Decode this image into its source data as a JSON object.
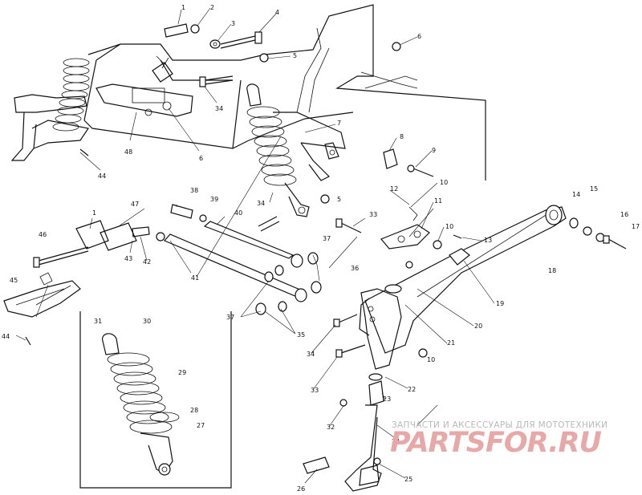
{
  "diagram": {
    "callouts": [
      {
        "label": "1"
      },
      {
        "label": "2"
      },
      {
        "label": "3"
      },
      {
        "label": "4"
      },
      {
        "label": "5"
      },
      {
        "label": "6"
      },
      {
        "label": "7"
      },
      {
        "label": "8"
      },
      {
        "label": "9"
      },
      {
        "label": "10"
      },
      {
        "label": "11"
      },
      {
        "label": "12"
      },
      {
        "label": "13"
      },
      {
        "label": "14"
      },
      {
        "label": "15"
      },
      {
        "label": "16"
      },
      {
        "label": "17"
      },
      {
        "label": "18"
      },
      {
        "label": "19"
      },
      {
        "label": "20"
      },
      {
        "label": "21"
      },
      {
        "label": "22"
      },
      {
        "label": "23"
      },
      {
        "label": "24"
      },
      {
        "label": "25"
      },
      {
        "label": "26"
      },
      {
        "label": "27"
      },
      {
        "label": "28"
      },
      {
        "label": "29"
      },
      {
        "label": "30"
      },
      {
        "label": "31"
      },
      {
        "label": "32"
      },
      {
        "label": "33"
      },
      {
        "label": "34"
      },
      {
        "label": "35"
      },
      {
        "label": "36"
      },
      {
        "label": "37"
      },
      {
        "label": "38"
      },
      {
        "label": "39"
      },
      {
        "label": "40"
      },
      {
        "label": "41"
      },
      {
        "label": "42"
      },
      {
        "label": "43"
      },
      {
        "label": "44"
      },
      {
        "label": "45"
      },
      {
        "label": "46"
      },
      {
        "label": "47"
      },
      {
        "label": "48"
      }
    ]
  },
  "watermark": {
    "caption": "ЗАПЧАСТИ И АКСЕССУАРЫ ДЛЯ МОТОТЕХНИКИ",
    "logo": "PARTSFOR.RU"
  }
}
